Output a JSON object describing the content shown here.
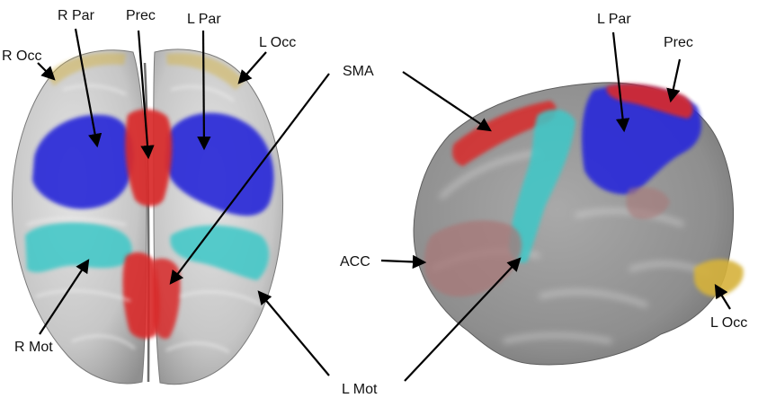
{
  "labels": {
    "r_occ": "R Occ",
    "r_par": "R Par",
    "prec_top": "Prec",
    "l_par_top": "L Par",
    "l_occ_top": "L Occ",
    "r_mot": "R Mot",
    "l_mot": "L Mot",
    "sma": "SMA",
    "acc": "ACC",
    "l_par_side": "L Par",
    "prec_side": "Prec",
    "l_occ_side": "L Occ"
  },
  "colors": {
    "parietal": "#2a2ad8",
    "precuneus": "#d92a2a",
    "motor": "#3cc8c8",
    "sma": "#d92a2a",
    "acc": "#a87878",
    "occipital": "#d6b23a",
    "cortex": "#c9c9c9"
  }
}
